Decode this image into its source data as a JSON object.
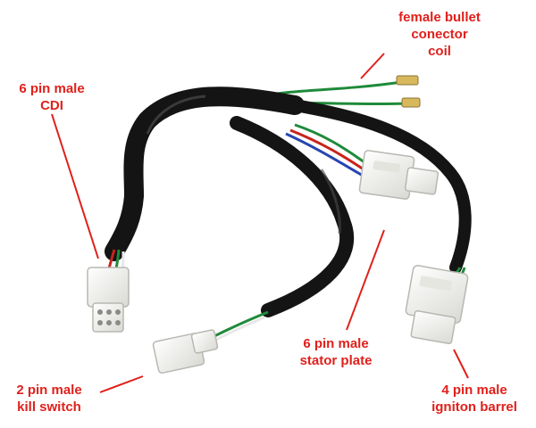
{
  "labels": {
    "bullet": {
      "lines": [
        "female bullet",
        "conector",
        "coil"
      ]
    },
    "cdi": {
      "lines": [
        "6 pin male",
        "CDI"
      ]
    },
    "stator": {
      "lines": [
        "6 pin male",
        "stator plate"
      ]
    },
    "kill": {
      "lines": [
        "2 pin male",
        "kill switch"
      ]
    },
    "ignition": {
      "lines": [
        "4 pin male",
        "igniton barrel"
      ]
    }
  },
  "colors": {
    "annotation": "#e0201b",
    "sheath": "#141414",
    "wire_green": "#1f8a3a",
    "wire_red": "#c7231c",
    "wire_blue": "#2646b0",
    "connector": "#f2f2ee"
  }
}
